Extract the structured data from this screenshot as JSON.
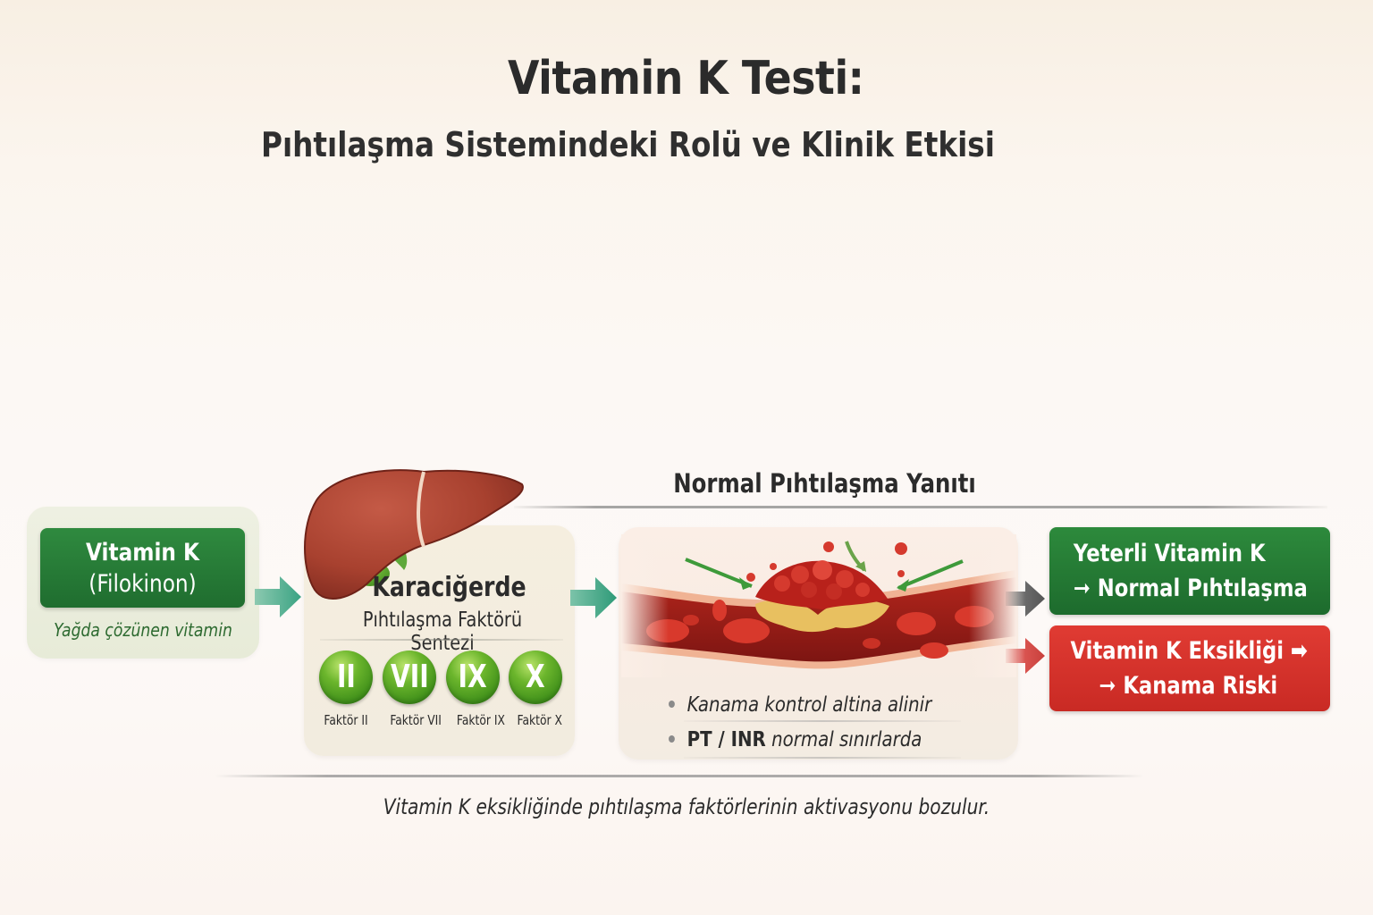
{
  "header": {
    "title": "Vitamin K Testi:",
    "subtitle": "Pıhtılaşma Sistemindeki Rolü ve Klinik Etkisi"
  },
  "step1": {
    "name_line1": "Vitamin K",
    "name_line2": "(Filokinon)",
    "description": "Yağda çözünen vitamin",
    "icon": "vitamin-label"
  },
  "step2": {
    "icon": "liver-icon",
    "title": "Karaciğerde",
    "subtitle": "Pıhtılaşma Faktörü Sentezi",
    "factors": [
      {
        "numeral": "II",
        "label": "Faktör II"
      },
      {
        "numeral": "VII",
        "label": "Faktör VII"
      },
      {
        "numeral": "IX",
        "label": "Faktör IX"
      },
      {
        "numeral": "X",
        "label": "Faktör X"
      }
    ]
  },
  "step3": {
    "heading": "Normal Pıhtılaşma Yanıtı",
    "icon": "blood-vessel-clot-icon",
    "bullets": [
      {
        "text": "Kanama kontrol altina alinir"
      },
      {
        "bold": "PT / INR",
        "text": " normal sınırlarda"
      }
    ]
  },
  "outcomes": [
    {
      "line1": "Yeterli Vitamin K",
      "line2": "➞ Normal Pıhtılaşma",
      "color": "#1f6d2f"
    },
    {
      "line1": "Vitamin K Eksikliği ➡",
      "line2": "➞ Kanama Riski",
      "color": "#d3302a"
    }
  ],
  "footer": {
    "note": "Vitamin K eksikliğinde pıhtılaşma faktörlerinin aktivasyonu bozulur."
  },
  "colors": {
    "green_primary": "#1f6d2f",
    "red_primary": "#d3302a",
    "teal_arrow": "#3aa383",
    "gray_arrow": "#5e5e5e",
    "factor_green": "#4f9e22"
  }
}
